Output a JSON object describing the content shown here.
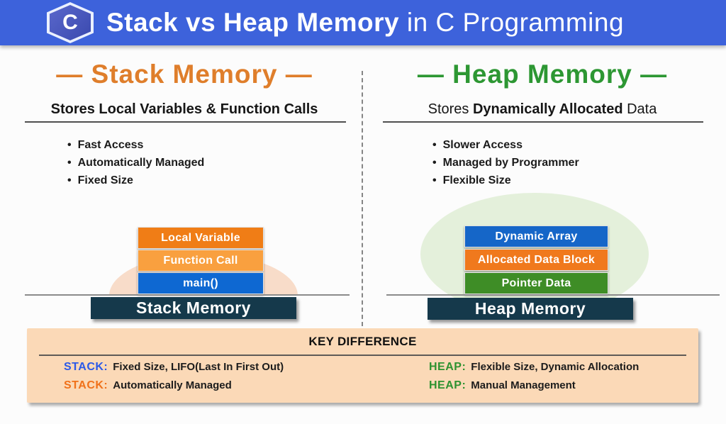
{
  "colors": {
    "header_bg": "#3D62DB",
    "stack_accent": "#DF7E2B",
    "heap_accent": "#2D9733",
    "base_bar": "#15394B",
    "panel_bg": "#FBD9B7",
    "stack_label_blue": "#2B59E8",
    "stack_label_orange": "#F0711A",
    "heap_label_green": "#2E9230"
  },
  "header": {
    "logo_letter": "C",
    "title_bold": "Stack vs Heap Memory",
    "title_rest": " in C Programming"
  },
  "stack_column": {
    "heading": "— Stack Memory —",
    "subtitle": "Stores Local Variables & Function Calls",
    "bullets": [
      "Fast Access",
      "Automatically Managed",
      "Fixed Size"
    ],
    "blocks": [
      {
        "label": "Local Variable",
        "color": "#F07D16"
      },
      {
        "label": "Function Call",
        "color": "#F9A03F"
      },
      {
        "label": "main()",
        "color": "#0E68D2"
      }
    ],
    "base_label": "Stack Memory"
  },
  "heap_column": {
    "heading": "— Heap Memory —",
    "subtitle_prefix": "Stores ",
    "subtitle_bold": "Dynamically Allocated",
    "subtitle_suffix": " Data",
    "bullets": [
      "Slower Access",
      "Managed by Programmer",
      "Flexible Size"
    ],
    "blocks": [
      {
        "label": "Dynamic Array",
        "color": "#1566C8"
      },
      {
        "label": "Allocated Data Block",
        "color": "#F0791D"
      },
      {
        "label": "Pointer Data",
        "color": "#3E8D26"
      }
    ],
    "base_label": "Heap Memory"
  },
  "key_difference": {
    "title": "KEY DIFFERENCE",
    "left_rows": [
      {
        "label": "STACK:",
        "text": "Fixed Size, LIFO(Last In First Out)"
      },
      {
        "label": "STACK:",
        "text": "Automatically Managed"
      }
    ],
    "right_rows": [
      {
        "label": "HEAP:",
        "text": "Flexible Size, Dynamic Allocation"
      },
      {
        "label": "HEAP:",
        "text": "Manual Management"
      }
    ]
  }
}
